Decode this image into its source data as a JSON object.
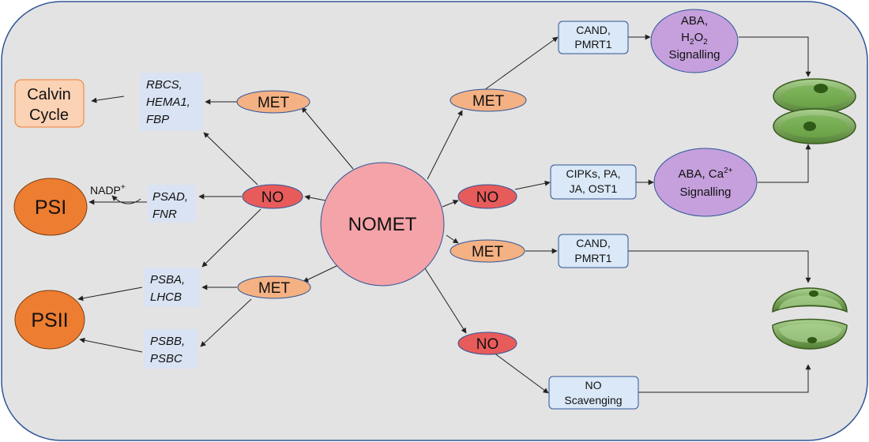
{
  "center": "NOMET",
  "left": {
    "met_top": "MET",
    "no_mid": "NO",
    "met_bottom": "MET",
    "genes_calvin": [
      "RBCS,",
      "HEMA1,",
      "FBP"
    ],
    "genes_psi": [
      "PSAD,",
      "FNR"
    ],
    "genes_psba": [
      "PSBA,",
      "LHCB"
    ],
    "genes_psbb": [
      "PSBB,",
      "PSBC"
    ],
    "calvin": [
      "Calvin",
      "Cycle"
    ],
    "psi": "PSI",
    "psii": "PSII",
    "nadp": "NADP",
    "nadp_sup": "+"
  },
  "right": {
    "met1": "MET",
    "no1": "NO",
    "met2": "MET",
    "no2": "NO",
    "cand1": [
      "CAND,",
      "PMRT1"
    ],
    "cipk": [
      "CIPKs, PA,",
      "JA, OST1"
    ],
    "cand2": [
      "CAND,",
      "PMRT1"
    ],
    "scav": [
      "NO",
      "Scavenging"
    ],
    "aba_h2o2": {
      "l1": "ABA,",
      "h": "H",
      "sub1": "2",
      "o": "O",
      "sub2": "2",
      "l3": "Signalling"
    },
    "aba_ca": {
      "l1": "ABA, Ca",
      "sup": "2+",
      "l2": "Signalling"
    }
  },
  "colors": {
    "panel": "#e3e3e3",
    "met": "#f4b183",
    "no": "#e85b5b",
    "center": "#f4a3a8",
    "gene_box": "#dae3f3",
    "psi": "#ed7d31",
    "calvin": "#fbd2b4",
    "signal": "#c5a0dc",
    "right_box": "#dae8f7"
  }
}
